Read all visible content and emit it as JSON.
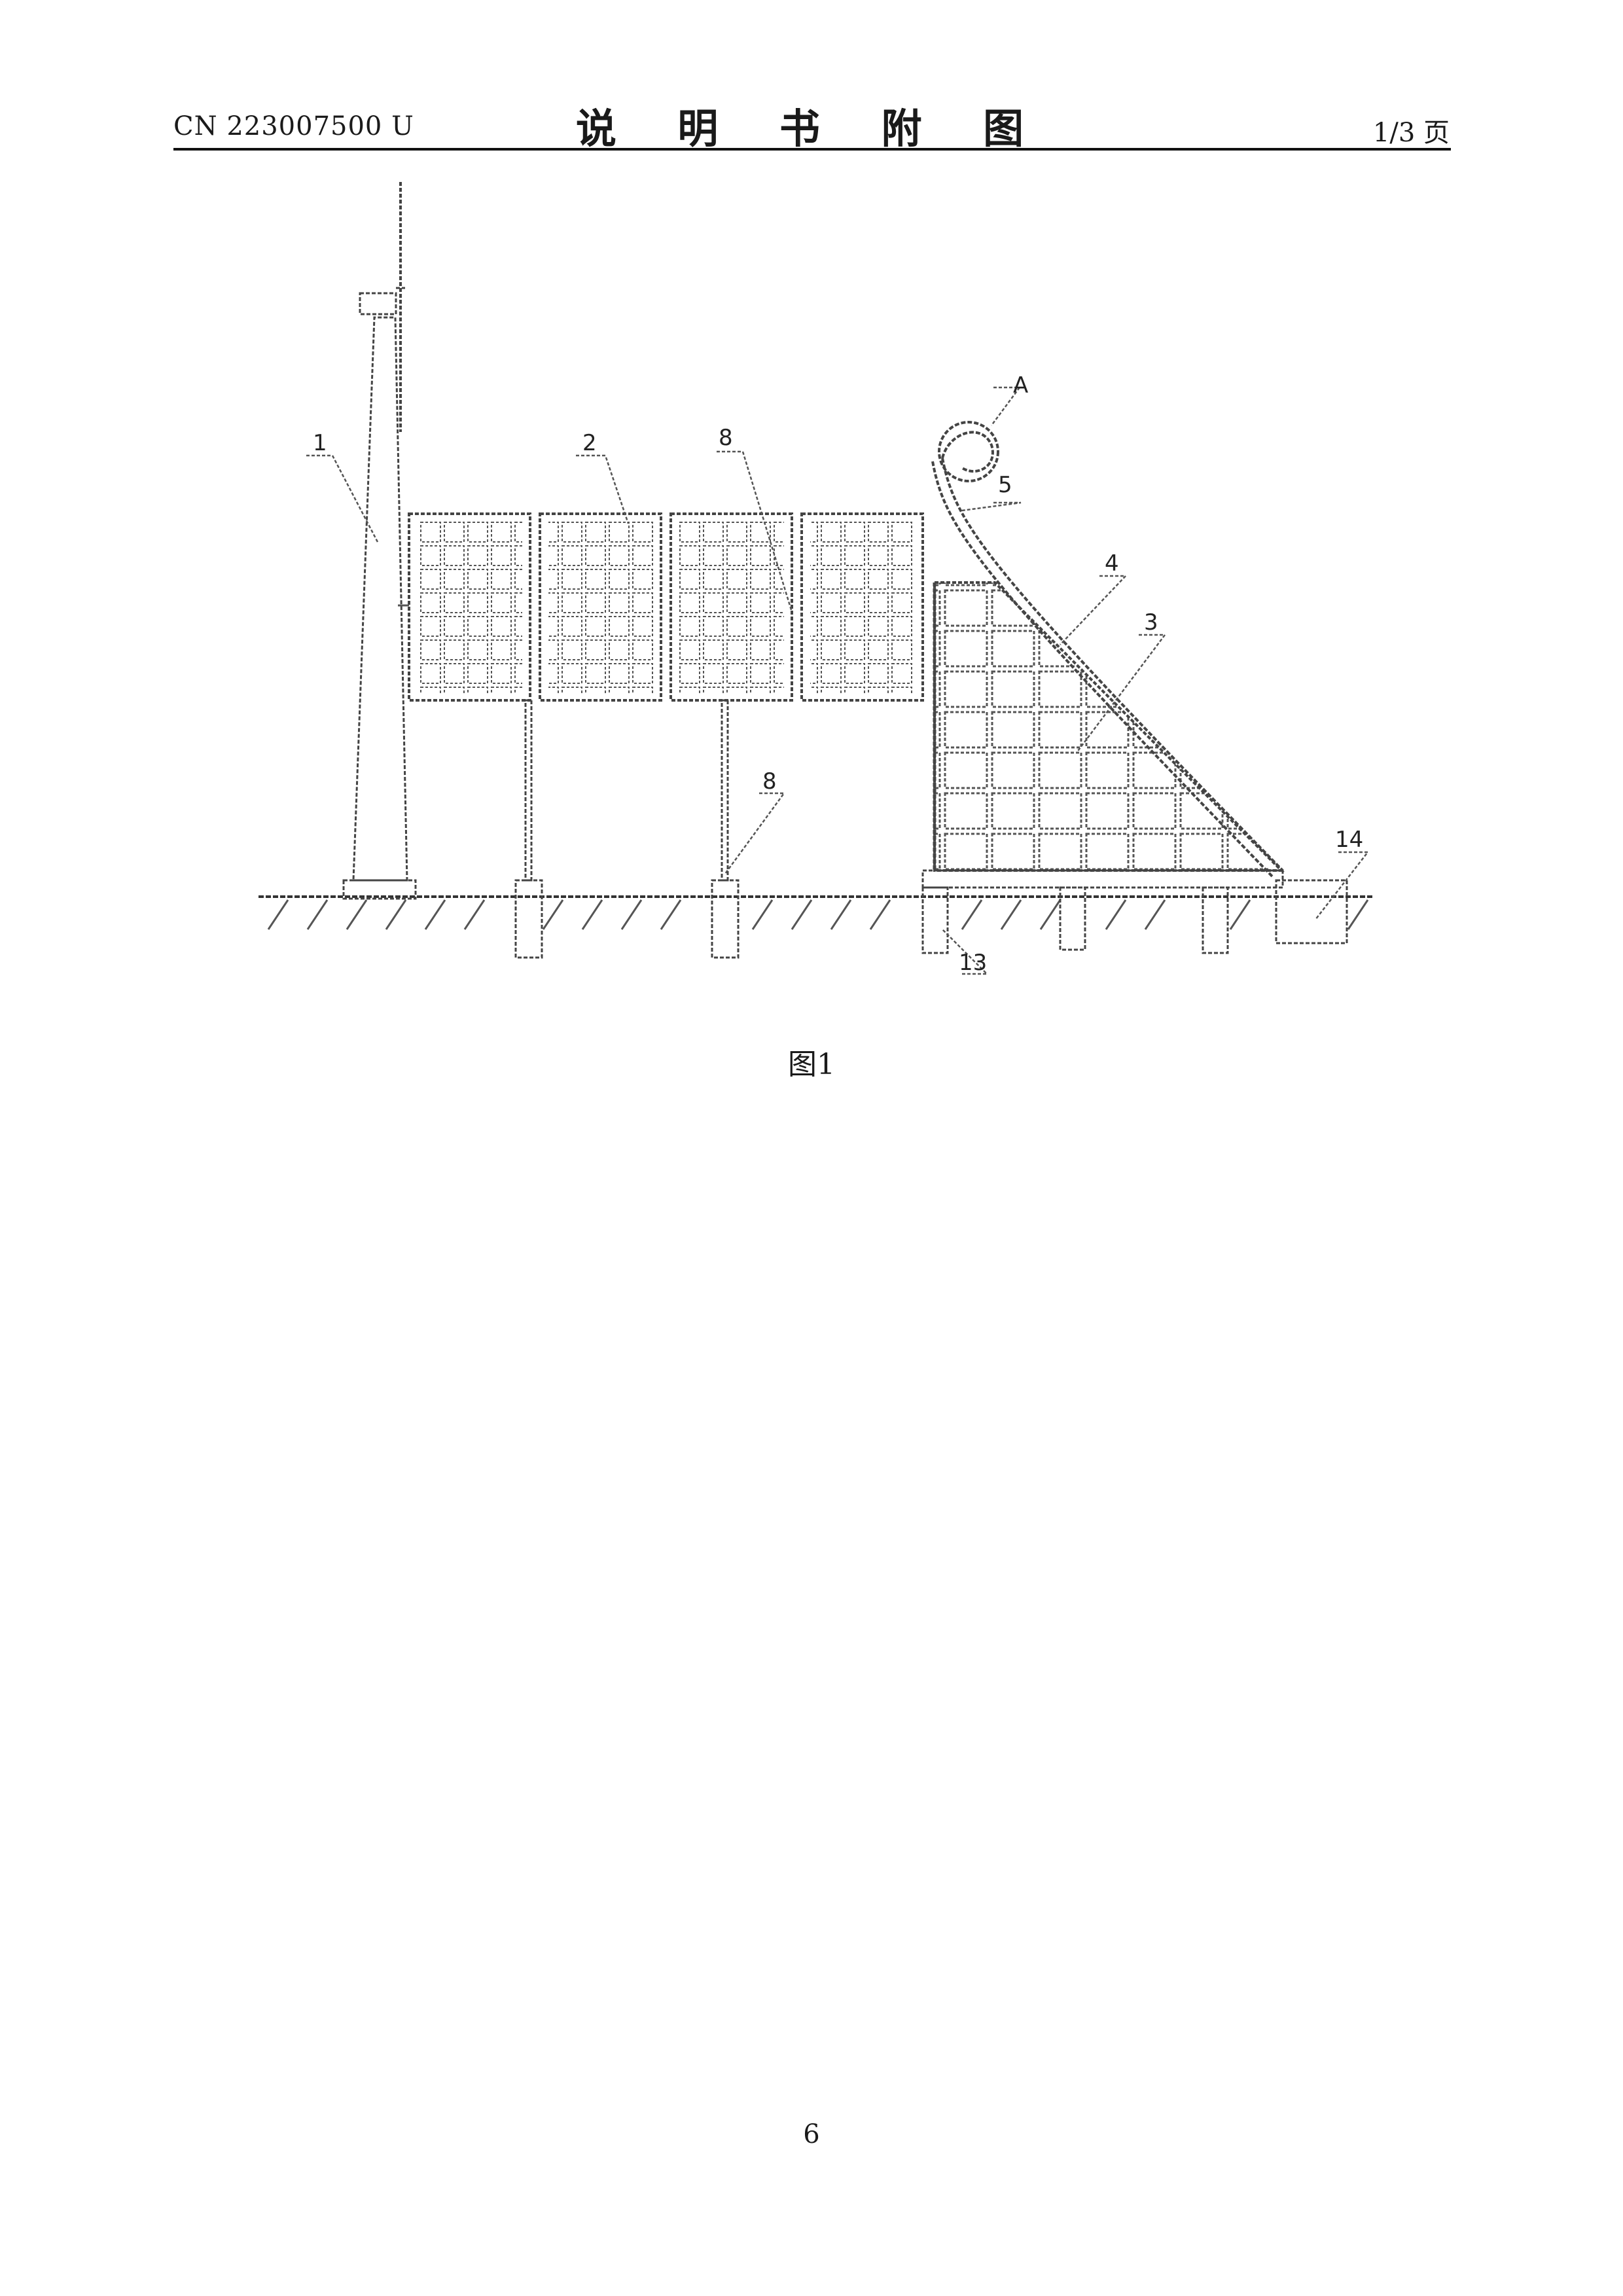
{
  "header": {
    "patent_number": "CN 223007500 U",
    "title": "说 明 书 附 图",
    "page_of_total": "1/3 页"
  },
  "figure": {
    "caption": "图1",
    "reference_labels": {
      "wind_turbine": "1",
      "solar_panel": "2",
      "panel_frame": "8",
      "support_post": "8",
      "collector_grid": "3",
      "inclined_plate": "4",
      "curved_pipe": "5",
      "detail_marker": "A",
      "base_footing": "13",
      "end_block": "14"
    }
  },
  "footer": {
    "page_number": "6"
  }
}
